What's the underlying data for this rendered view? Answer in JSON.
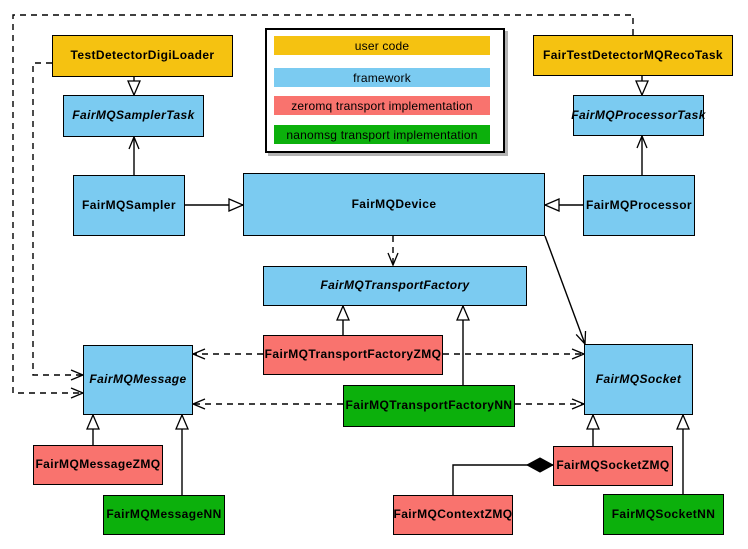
{
  "colors": {
    "user_code": "#F5C211",
    "framework": "#7BCBF1",
    "zeromq": "#F9736E",
    "nanomsg": "#0CB00C",
    "line": "#000000",
    "background": "#FFFFFF",
    "legend_shadow": "#B3B3B3"
  },
  "legend": {
    "items": [
      {
        "label": "user code",
        "category": "user_code"
      },
      {
        "label": "framework",
        "category": "framework"
      },
      {
        "label": "zeromq transport implementation",
        "category": "zeromq"
      },
      {
        "label": "nanomsg transport implementation",
        "category": "nanomsg"
      }
    ]
  },
  "nodes": {
    "digiLoader": {
      "label": "TestDetectorDigiLoader",
      "category": "user_code",
      "abstract": false
    },
    "recoTask": {
      "label": "FairTestDetectorMQRecoTask",
      "category": "user_code",
      "abstract": false
    },
    "samplerTask": {
      "label": "FairMQSamplerTask",
      "category": "framework",
      "abstract": true
    },
    "processorTask": {
      "label": "FairMQProcessorTask",
      "category": "framework",
      "abstract": true
    },
    "sampler": {
      "label": "FairMQSampler",
      "category": "framework",
      "abstract": false
    },
    "device": {
      "label": "FairMQDevice",
      "category": "framework",
      "abstract": false
    },
    "processor": {
      "label": "FairMQProcessor",
      "category": "framework",
      "abstract": false
    },
    "transportFactory": {
      "label": "FairMQTransportFactory",
      "category": "framework",
      "abstract": true
    },
    "factoryZMQ": {
      "label": "FairMQTransportFactoryZMQ",
      "category": "zeromq",
      "abstract": false
    },
    "factoryNN": {
      "label": "FairMQTransportFactoryNN",
      "category": "nanomsg",
      "abstract": false
    },
    "message": {
      "label": "FairMQMessage",
      "category": "framework",
      "abstract": true
    },
    "socket": {
      "label": "FairMQSocket",
      "category": "framework",
      "abstract": true
    },
    "messageZMQ": {
      "label": "FairMQMessageZMQ",
      "category": "zeromq",
      "abstract": false
    },
    "messageNN": {
      "label": "FairMQMessageNN",
      "category": "nanomsg",
      "abstract": false
    },
    "socketZMQ": {
      "label": "FairMQSocketZMQ",
      "category": "zeromq",
      "abstract": false
    },
    "socketNN": {
      "label": "FairMQSocketNN",
      "category": "nanomsg",
      "abstract": false
    },
    "contextZMQ": {
      "label": "FairMQContextZMQ",
      "category": "zeromq",
      "abstract": false
    }
  },
  "relations": [
    {
      "from": "TestDetectorDigiLoader",
      "to": "FairMQSamplerTask",
      "kind": "inheritance"
    },
    {
      "from": "FairTestDetectorMQRecoTask",
      "to": "FairMQProcessorTask",
      "kind": "inheritance"
    },
    {
      "from": "FairMQSampler",
      "to": "FairMQDevice",
      "kind": "inheritance"
    },
    {
      "from": "FairMQProcessor",
      "to": "FairMQDevice",
      "kind": "inheritance"
    },
    {
      "from": "FairMQSampler",
      "to": "FairMQSamplerTask",
      "kind": "association"
    },
    {
      "from": "FairMQProcessor",
      "to": "FairMQProcessorTask",
      "kind": "association"
    },
    {
      "from": "FairMQDevice",
      "to": "FairMQTransportFactory",
      "kind": "dependency"
    },
    {
      "from": "FairMQDevice",
      "to": "FairMQSocket",
      "kind": "association"
    },
    {
      "from": "FairMQTransportFactoryZMQ",
      "to": "FairMQTransportFactory",
      "kind": "inheritance"
    },
    {
      "from": "FairMQTransportFactoryNN",
      "to": "FairMQTransportFactory",
      "kind": "inheritance"
    },
    {
      "from": "FairMQTransportFactoryZMQ",
      "to": "FairMQMessage",
      "kind": "dependency"
    },
    {
      "from": "FairMQTransportFactoryZMQ",
      "to": "FairMQSocket",
      "kind": "dependency"
    },
    {
      "from": "FairMQTransportFactoryNN",
      "to": "FairMQMessage",
      "kind": "dependency"
    },
    {
      "from": "FairMQTransportFactoryNN",
      "to": "FairMQSocket",
      "kind": "dependency"
    },
    {
      "from": "TestDetectorDigiLoader",
      "to": "FairMQMessage",
      "kind": "dependency"
    },
    {
      "from": "FairTestDetectorMQRecoTask",
      "to": "FairMQMessage",
      "kind": "dependency"
    },
    {
      "from": "FairMQMessageZMQ",
      "to": "FairMQMessage",
      "kind": "inheritance"
    },
    {
      "from": "FairMQMessageNN",
      "to": "FairMQMessage",
      "kind": "inheritance"
    },
    {
      "from": "FairMQSocketZMQ",
      "to": "FairMQSocket",
      "kind": "inheritance"
    },
    {
      "from": "FairMQSocketNN",
      "to": "FairMQSocket",
      "kind": "inheritance"
    },
    {
      "from": "FairMQContextZMQ",
      "to": "FairMQSocketZMQ",
      "kind": "composition"
    }
  ]
}
